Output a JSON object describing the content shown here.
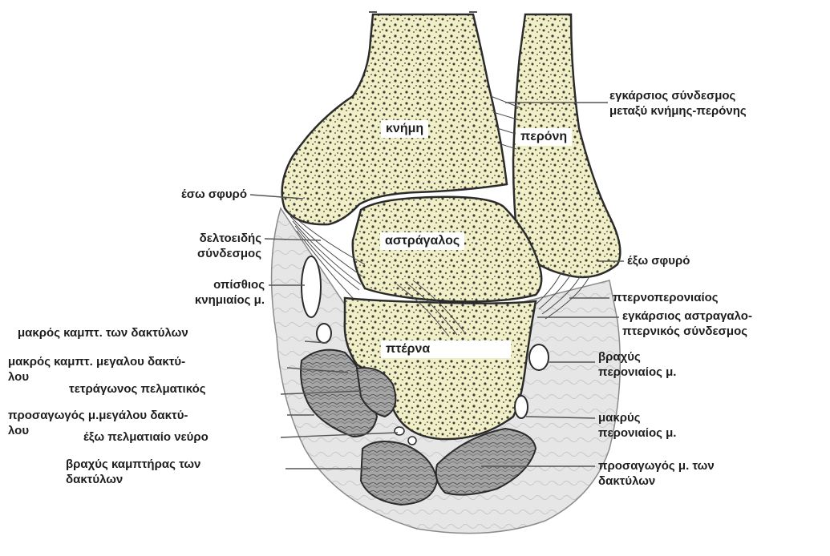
{
  "bones": {
    "tibia": "κνήμη",
    "fibula": "περόνη",
    "talus": "αστράγαλος",
    "calcaneus": "πτέρνα"
  },
  "labels": {
    "interosseous_ligament": [
      "εγκάρσιος σύνδεσμος",
      "μεταξύ κνήμης-περόνης"
    ],
    "medial_malleolus": [
      "έσω σφυρό"
    ],
    "deltoid_ligament": [
      "δελτοειδής",
      "σύνδεσμος"
    ],
    "tibialis_posterior": [
      "οπίσθιος",
      "κνημιαίος μ."
    ],
    "flexor_digitorum_longus": [
      "μακρός καμπτ. των δακτύλων"
    ],
    "flexor_hallucis_longus": [
      "μακρός καμπτ. μεγαλου δακτύ-",
      "λου"
    ],
    "quadratus_plantae": [
      "τετράγωνος πελματικός"
    ],
    "abductor_hallucis": [
      "προσαγωγός μ.μεγάλου δακτύ-",
      "λου"
    ],
    "lateral_plantar_nerve": [
      "έξω πελματιαίο νεύρο"
    ],
    "flexor_digitorum_brevis": [
      "βραχύς καμπτήρας των",
      "δακτύλων"
    ],
    "lateral_malleolus": [
      "έξω σφυρό"
    ],
    "calcaneofibular": [
      "πτερνοπερονιαίος"
    ],
    "talocalcaneal": [
      "εγκάρσιος αστραγαλο-",
      "πτερνικός σύνδεσμος"
    ],
    "peroneus_brevis": [
      "βραχύς",
      "περονιαίος μ."
    ],
    "peroneus_longus": [
      "μακρύς",
      "περονιαίος μ."
    ],
    "abductor_digiti": [
      "προσαγωγός μ. των",
      "δακτύλων"
    ]
  },
  "colors": {
    "bone_fill": "#f1efc6",
    "bone_texture": "#3c3c3c",
    "soft_tissue": "#e9e9e9",
    "muscle": "#8c8c8c",
    "outline": "#2b2b2b"
  }
}
